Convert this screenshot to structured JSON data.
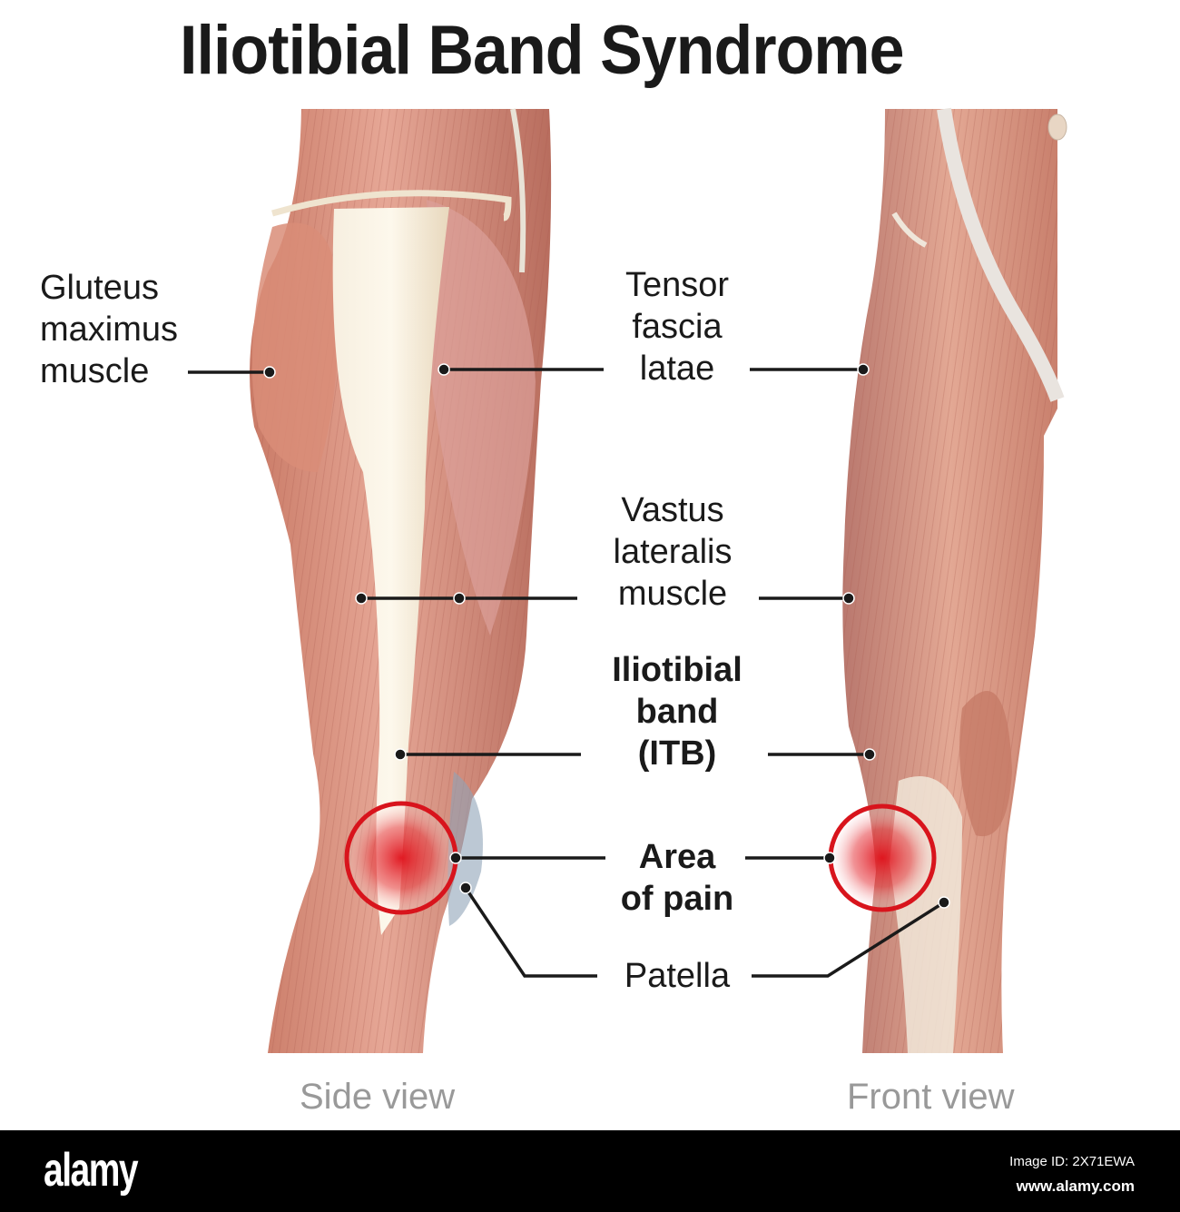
{
  "title": "Iliotibial Band Syndrome",
  "labels": {
    "gluteus": "Gluteus\nmaximus\nmuscle",
    "tensor": "Tensor\nfascia\nlatae",
    "vastus": "Vastus\nlateralis\nmuscle",
    "itb": "Iliotibial\nband\n(ITB)",
    "pain": "Area\nof pain",
    "patella": "Patella"
  },
  "views": {
    "side": "Side view",
    "front": "Front view"
  },
  "colors": {
    "muscle": "#d9927f",
    "tendon": "#f2e6cf",
    "pain_ring": "#d8141c",
    "leader": "#1a1a1a"
  },
  "footer": {
    "brand": "alamy",
    "image_id": "Image ID: 2X71EWA",
    "url": "www.alamy.com"
  }
}
